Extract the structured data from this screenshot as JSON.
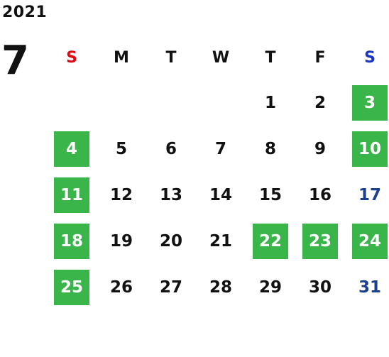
{
  "year": "2021",
  "month": "7",
  "weekdays": [
    "S",
    "M",
    "T",
    "W",
    "T",
    "F",
    "S"
  ],
  "weeks": [
    [
      "",
      "",
      "",
      "",
      "1",
      "2",
      "3"
    ],
    [
      "4",
      "5",
      "6",
      "7",
      "8",
      "9",
      "10"
    ],
    [
      "11",
      "12",
      "13",
      "14",
      "15",
      "16",
      "17"
    ],
    [
      "18",
      "19",
      "20",
      "21",
      "22",
      "23",
      "24"
    ],
    [
      "25",
      "26",
      "27",
      "28",
      "29",
      "30",
      "31"
    ]
  ],
  "highlighted_days": [
    "3",
    "4",
    "10",
    "11",
    "18",
    "22",
    "23",
    "24",
    "25"
  ],
  "blue_days": [
    "17",
    "31"
  ],
  "colors": {
    "highlight": "#3ab54a",
    "sunday_header": "#e30613",
    "saturday_header": "#1a35c8",
    "blue_day": "#1b3f8f"
  }
}
